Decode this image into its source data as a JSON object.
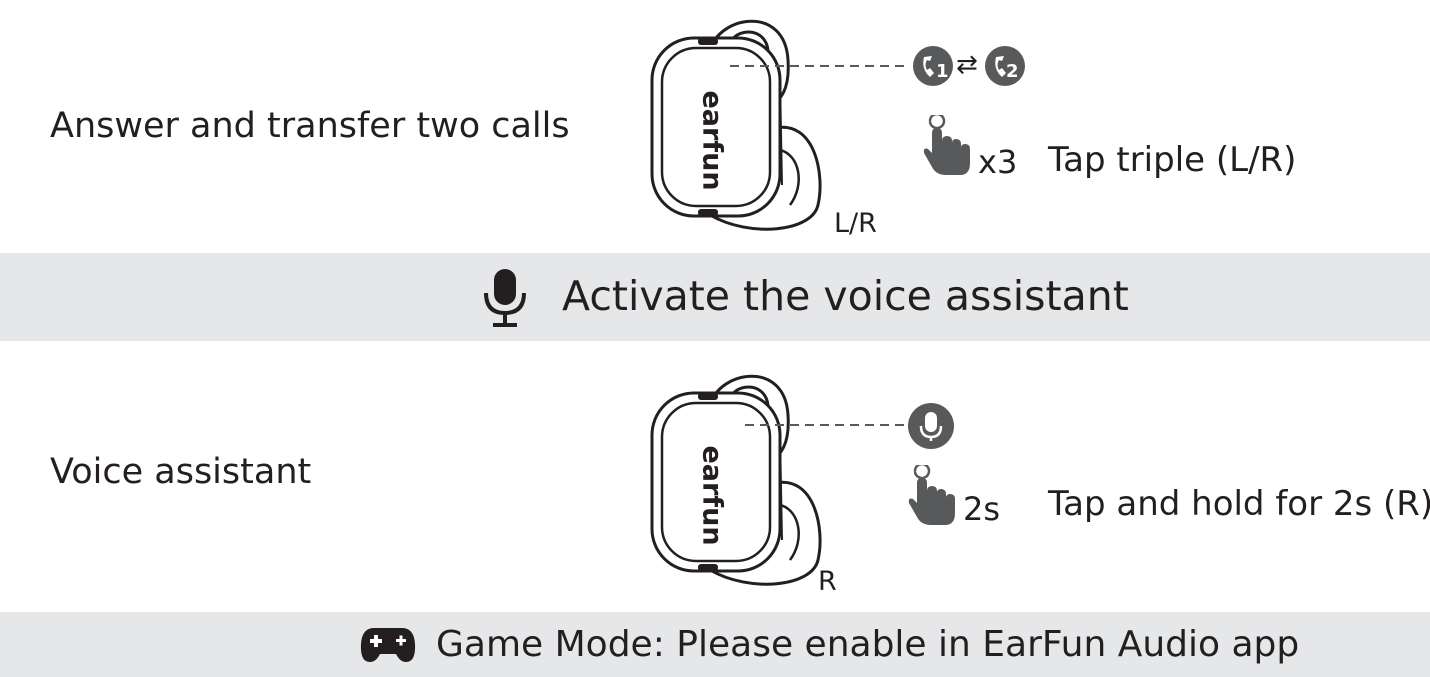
{
  "section1": {
    "title": "Answer and transfer two calls",
    "side_label": "L/R",
    "tap_count": "x3",
    "action": "Tap triple (L/R)",
    "brand_logo": "earfun",
    "icons": [
      "earbud-icon",
      "call-1-icon",
      "swap-arrows-icon",
      "call-2-icon",
      "tap-hand-icon"
    ]
  },
  "band1": {
    "label": "Activate the voice assistant",
    "icon": "microphone-icon"
  },
  "section2": {
    "title": "Voice assistant",
    "side_label": "R",
    "hold_time": "2s",
    "action": "Tap and hold for 2s (R)",
    "brand_logo": "earfun",
    "icons": [
      "earbud-icon",
      "microphone-icon",
      "tap-hand-icon"
    ]
  },
  "band2": {
    "label": "Game Mode: Please enable in EarFun Audio app",
    "icon": "gamepad-icon"
  },
  "colors": {
    "band_background": "#e6e7e8",
    "icon_fill": "#58595b",
    "text": "#231f20"
  }
}
